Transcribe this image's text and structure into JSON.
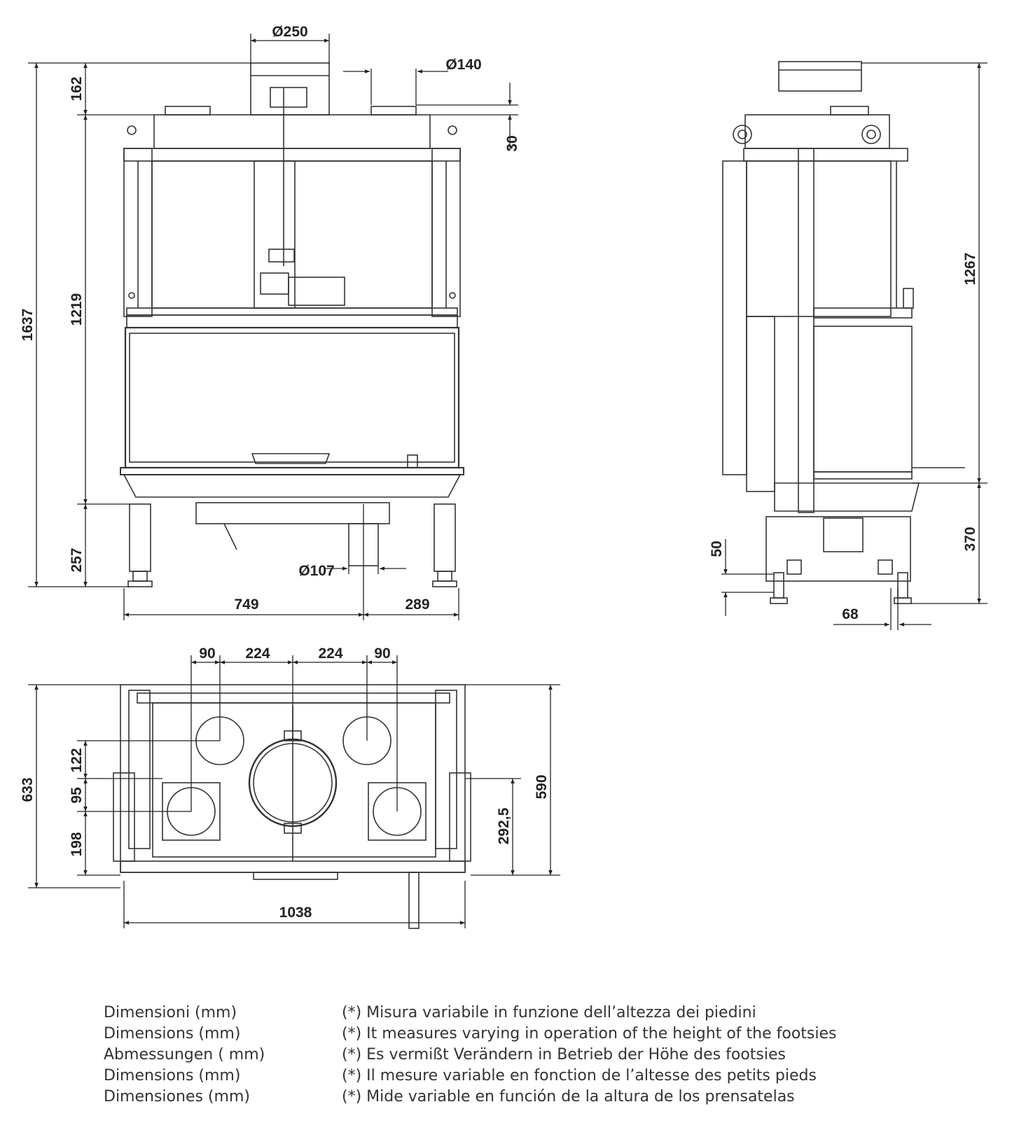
{
  "front_view": {
    "dimensions": {
      "flue_diameter": "Ø250",
      "side_outlet_diameter": "Ø140",
      "top_height": "162",
      "collar_height": "30",
      "overall_height": "1637",
      "body_height": "1219",
      "leg_height": "257",
      "air_inlet_diameter": "Ø107",
      "width_to_inlet": "749",
      "inlet_to_edge": "289"
    }
  },
  "side_view": {
    "dimensions": {
      "height_to_base": "1267",
      "base_height": "370",
      "foot_height": "50",
      "foot_offset": "68"
    }
  },
  "top_view": {
    "dimensions": {
      "spacing_left_outer": "90",
      "spacing_left_inner": "224",
      "spacing_right_inner": "224",
      "spacing_right_outer": "90",
      "overall_depth": "633",
      "depth_upper": "122",
      "depth_middle": "95",
      "depth_lower": "198",
      "inner_depth": "590",
      "outlet_offset": "292,5",
      "overall_width": "1038"
    }
  },
  "legend": {
    "labels": [
      "Dimensioni (mm)",
      "Dimensions (mm)",
      "Abmessungen ( mm)",
      "Dimensions (mm)",
      "Dimensiones (mm)"
    ],
    "notes": [
      "(*) Misura variabile in funzione dell’altezza dei piedini",
      "(*) It measures varying in operation of the height of the footsies",
      "(*) Es vermißt Verändern in Betrieb der Höhe des footsies",
      "(*) Il mesure variable en fonction de l’altesse des petits pieds",
      "(*) Mide variable en función de la altura de los prensatelas"
    ]
  }
}
